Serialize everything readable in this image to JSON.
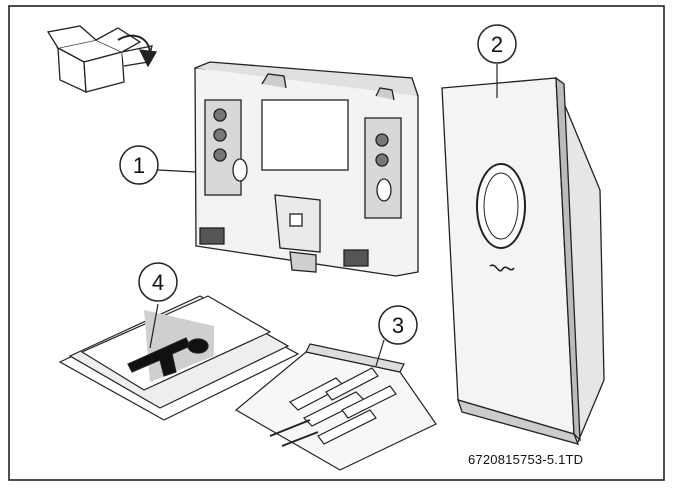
{
  "figure": {
    "callouts": [
      {
        "id": 1,
        "label": "1"
      },
      {
        "id": 2,
        "label": "2"
      },
      {
        "id": 3,
        "label": "3"
      },
      {
        "id": 4,
        "label": "4"
      }
    ],
    "figure_id": "6720815753-5.1TD",
    "icons": [
      "unpack-box-icon"
    ],
    "items": [
      "mounting-base-plate",
      "room-controller-front-unit",
      "screw-and-plug-bag",
      "instruction-manual"
    ]
  }
}
